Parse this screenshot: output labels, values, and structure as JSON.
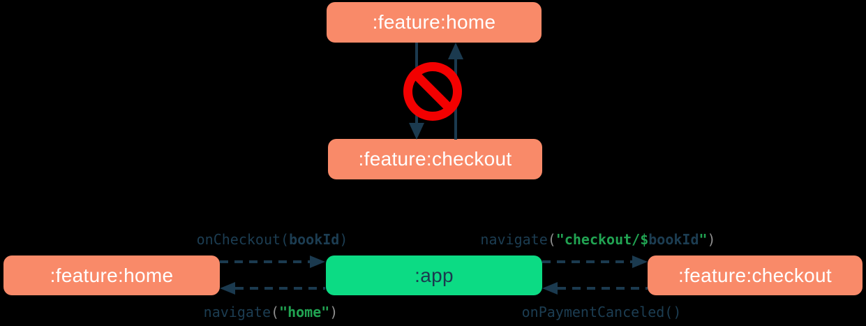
{
  "colors": {
    "bg": "#000000",
    "salmon": "#F98A69",
    "green": "#0CDB84",
    "navy": "#1B3A4F",
    "red": "#F30000",
    "white": "#FFFFFF",
    "codeNavy": "#1C3D52",
    "codeGreen": "#21A352",
    "codeGray": "#8E8E8E"
  },
  "top_diagram": {
    "home_box": ":feature:home",
    "checkout_box": ":feature:checkout",
    "forbidden_icon": "no-entry-sign"
  },
  "bottom_diagram": {
    "home_box": ":feature:home",
    "app_box": ":app",
    "checkout_box": ":feature:checkout",
    "code_labels": {
      "on_checkout": [
        {
          "t": "onCheckout(",
          "c": "navy"
        },
        {
          "t": "bookId",
          "c": "navy-bold"
        },
        {
          "t": ")",
          "c": "navy"
        }
      ],
      "navigate_checkout": [
        {
          "t": "navigate",
          "c": "navy"
        },
        {
          "t": "(",
          "c": "gray"
        },
        {
          "t": "\"checkout/$",
          "c": "green-bold"
        },
        {
          "t": "bookId",
          "c": "navy-bold"
        },
        {
          "t": "\"",
          "c": "green-bold"
        },
        {
          "t": ")",
          "c": "gray"
        }
      ],
      "navigate_home": [
        {
          "t": "navigate",
          "c": "navy"
        },
        {
          "t": "(",
          "c": "gray"
        },
        {
          "t": "\"home\"",
          "c": "green-bold"
        },
        {
          "t": ")",
          "c": "gray"
        }
      ],
      "on_payment_canceled": [
        {
          "t": "onPaymentCanceled()",
          "c": "navy"
        }
      ]
    }
  }
}
